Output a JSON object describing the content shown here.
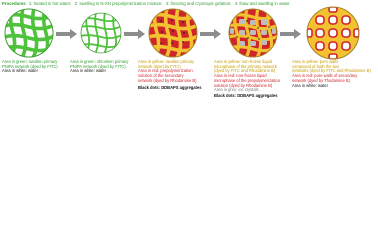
{
  "procedures": {
    "label": "Procedures",
    "items": [
      "1: heated in hot water;",
      "2: swelling in N-SN prepolymerization mixture;",
      "3: freezing and cryotropic gelation;",
      "4: thaw and swelling in water"
    ]
  },
  "steps": [
    "1",
    "2",
    "3",
    "4"
  ],
  "captions": {
    "c1": {
      "green": "Area in green: swollen primary",
      "green2": "PNIPA network (dyed by FITC)",
      "white": "Area in white: water"
    },
    "c2": {
      "green": "Area in green: shrunken primary",
      "green2": "PNIPA network (dyed by FITC)",
      "white": "Area in white: water"
    },
    "c3": {
      "lines": [
        "Area in yellow: swollen primary",
        "network (dyed by FITC)",
        "Area in red: prepolymerization",
        "solution of the secondary",
        "network (dyed by Rhodamine B)"
      ],
      "black": "Black dots: DDBAPS aggregates"
    },
    "c4": {
      "lines": [
        "Area in yellow: non-frozen liquid",
        "microphase of the primary network",
        "(dyed by FITC and Rhodamine B)",
        "Area in red: non-frozen liquid",
        "microphase of the prepolymerization",
        "solution (dyed by Rhodamine B)",
        "Area in grey: ice crystals"
      ],
      "black": "Black dots: DDBAPS aggregates"
    },
    "c5": {
      "lines": [
        "Area in yellow: pore walls",
        "composed of both the two",
        "networks (dyed by FITC and Rhodamine B)",
        "Area in red: pore walls of secondary",
        "network (dyed by Thodamine B)",
        "Area in white: water"
      ]
    }
  },
  "colors": {
    "green": "#4fc23c",
    "yellow": "#f2c230",
    "red": "#d0242c",
    "grey": "#bdbdbd",
    "arrow": "#8c8c8c"
  }
}
